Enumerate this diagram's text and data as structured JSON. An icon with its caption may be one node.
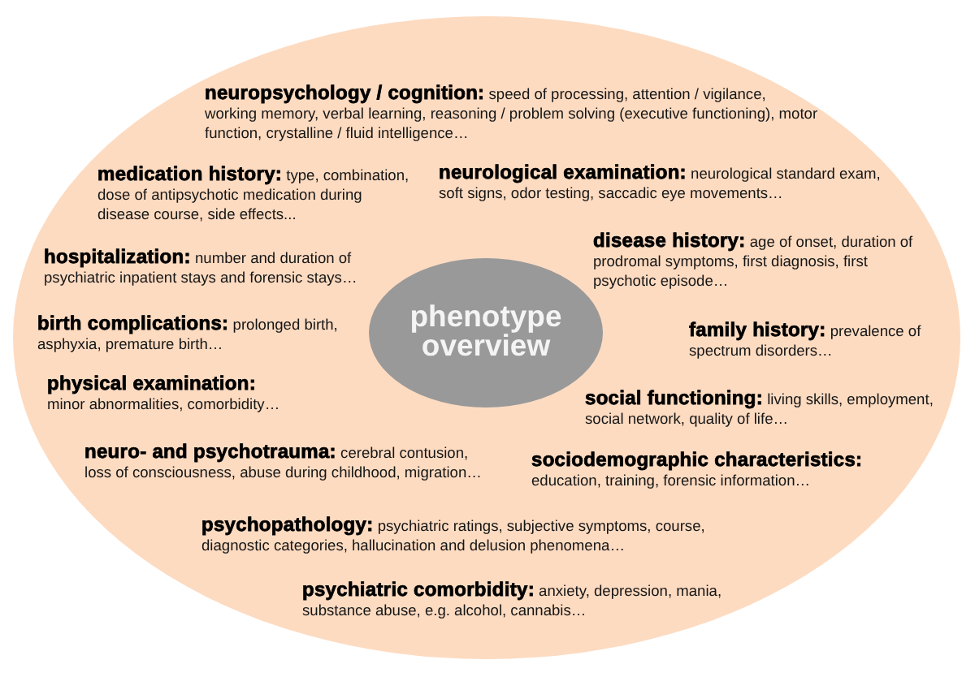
{
  "diagram": {
    "nodes": [
      {
        "text": [],
        "shape": "ellipse"
      },
      {
        "text": [
          "phenotype overview"
        ],
        "in": 0
      }
    ],
    "labels": [
      "**neuropsychology / cognition:** speed of processing, attention / vigilance, working memory, verbal learning, reasoning / problem solving (executive functioning), motor function, crystalline / fluid intelligence…",
      "**medication history:** type, combination, dose of antipsychotic medication during disease course, side effects...",
      "**neurological examination:** neurological standard exam, soft signs, odor testing, saccadic eye movements…",
      "**hospitalization:** number and duration of psychiatric inpatient stays and forensic stays…",
      "**disease history:** age of onset, duration of prodromal symptoms, first diagnosis, first psychotic episode…",
      "**birth complications:** prolonged birth, asphyxia, premature birth…",
      "**family history:** prevalence of spectrum disorders…",
      "**physical examination:** minor abnormalities, comorbidity…",
      "**social functioning:** living skills, employment, social network, quality of life…",
      "**neuro- and psychotrauma:** cerebral contusion, loss of consciousness, abuse during childhood, migration…",
      "**sociodemographic characteristics:** education, training, forensic information…",
      "**psychopathology:** psychiatric ratings, subjective symptoms, course, diagnostic categories, hallucination and delusion phenomena…",
      "**psychiatric comorbidity:** anxiety, depression, mania, substance abuse, e.g. alcohol, cannabis…"
    ]
  }
}
